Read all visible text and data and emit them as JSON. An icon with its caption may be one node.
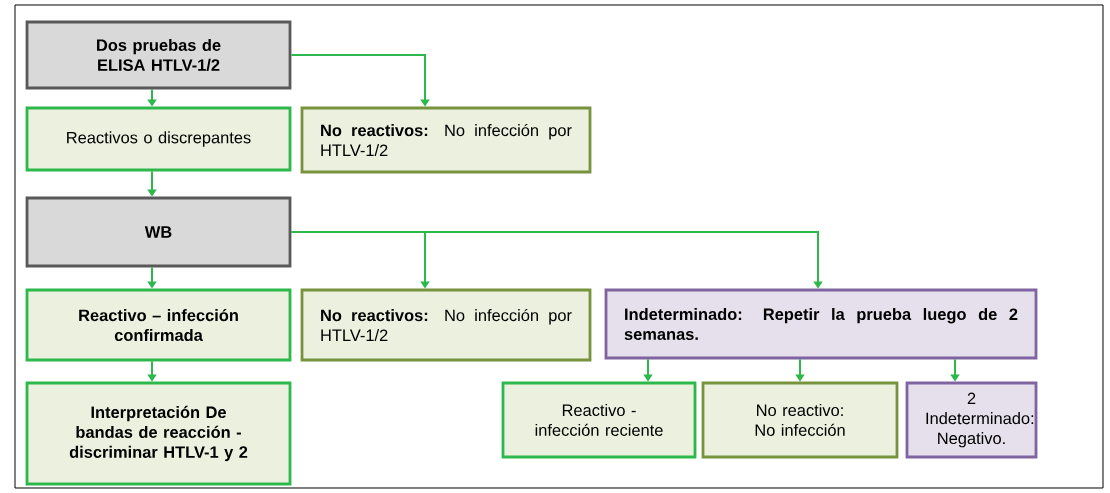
{
  "diagram": {
    "nodes": [
      {
        "text": [
          "Dos pruebas de ELISA HTLV-1/2"
        ]
      },
      {
        "text": [
          "Reactivos o discrepantes"
        ]
      },
      {
        "text": [
          "**No reactivos:** No infección por HTLV-1/2"
        ]
      },
      {
        "text": [
          "WB"
        ]
      },
      {
        "text": [
          "Reactivo – infección confirmada"
        ]
      },
      {
        "text": [
          "**No reactivos:** No infección por HTLV-1/2"
        ]
      },
      {
        "text": [
          "Indeterminado: Repetir la prueba luego de 2 semanas."
        ]
      },
      {
        "text": [
          "Interpretación De bandas de reacción - discriminar HTLV-1 y 2"
        ]
      },
      {
        "text": [
          "Reactivo - infección reciente"
        ]
      },
      {
        "text": [
          "No reactivo: No infección"
        ]
      },
      {
        "text": [
          "2 Indeterminado: Negativo."
        ]
      }
    ],
    "edges": [
      {
        "from": 0,
        "to": 1,
        "arrow": "to"
      },
      {
        "from": 0,
        "to": 2,
        "arrow": "to"
      },
      {
        "from": 1,
        "to": 3,
        "arrow": "to"
      },
      {
        "from": 3,
        "to": 4,
        "arrow": "to"
      },
      {
        "from": 3,
        "to": 5,
        "arrow": "to"
      },
      {
        "from": 3,
        "to": 6,
        "arrow": "to"
      },
      {
        "from": 4,
        "to": 7,
        "arrow": "to"
      },
      {
        "from": 6,
        "to": 8,
        "arrow": "to"
      },
      {
        "from": 6,
        "to": 9,
        "arrow": "to"
      },
      {
        "from": 6,
        "to": 10,
        "arrow": "to"
      }
    ]
  }
}
